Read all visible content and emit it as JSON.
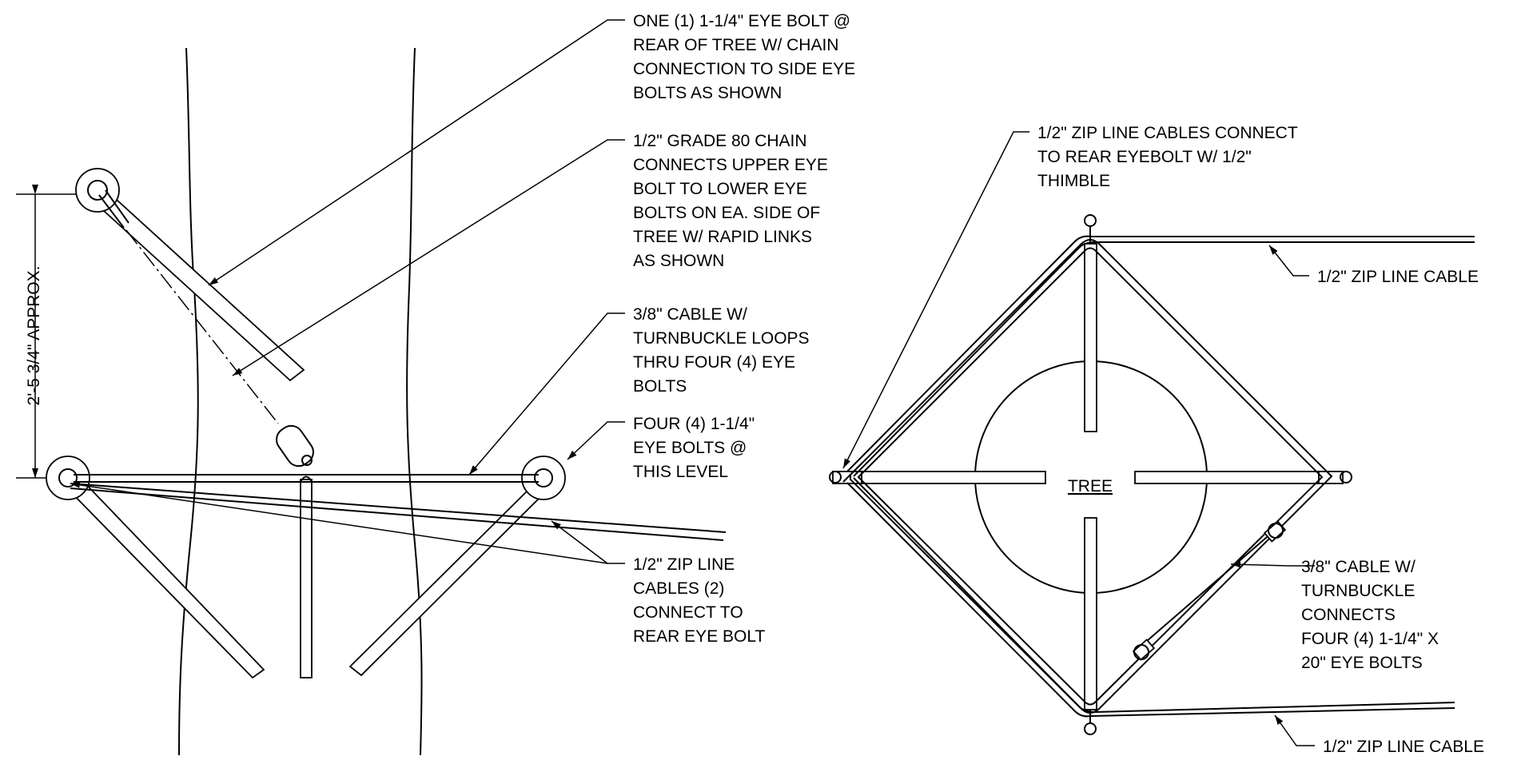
{
  "left_view": {
    "dimension": "2'-5 3/4\" APPROX.",
    "notes": [
      [
        "ONE (1) 1-1/4\" EYE BOLT @",
        "REAR OF TREE W/ CHAIN",
        "CONNECTION TO SIDE EYE",
        "BOLTS AS SHOWN"
      ],
      [
        "1/2\" GRADE 80 CHAIN",
        "CONNECTS UPPER EYE",
        "BOLT TO LOWER EYE",
        "BOLTS ON EA. SIDE OF",
        "TREE  W/ RAPID LINKS",
        "AS SHOWN"
      ],
      [
        "3/8\" CABLE W/",
        "TURNBUCKLE LOOPS",
        "THRU FOUR (4) EYE",
        "BOLTS"
      ],
      [
        "FOUR (4) 1-1/4\"",
        "EYE BOLTS @",
        "THIS LEVEL"
      ],
      [
        "1/2\" ZIP LINE",
        "CABLES (2)",
        "CONNECT TO",
        "REAR EYE BOLT"
      ]
    ]
  },
  "right_view": {
    "tree_label": "TREE",
    "notes": [
      [
        "1/2\" ZIP LINE CABLES CONNECT",
        "TO REAR EYEBOLT W/ 1/2\"",
        "THIMBLE"
      ],
      [
        "1/2\" ZIP LINE CABLE"
      ],
      [
        "3/8\" CABLE W/",
        "TURNBUCKLE",
        "CONNECTS",
        "FOUR (4) 1-1/4\" X",
        "20\" EYE BOLTS"
      ],
      [
        "1/2\" ZIP LINE CABLE"
      ]
    ]
  }
}
